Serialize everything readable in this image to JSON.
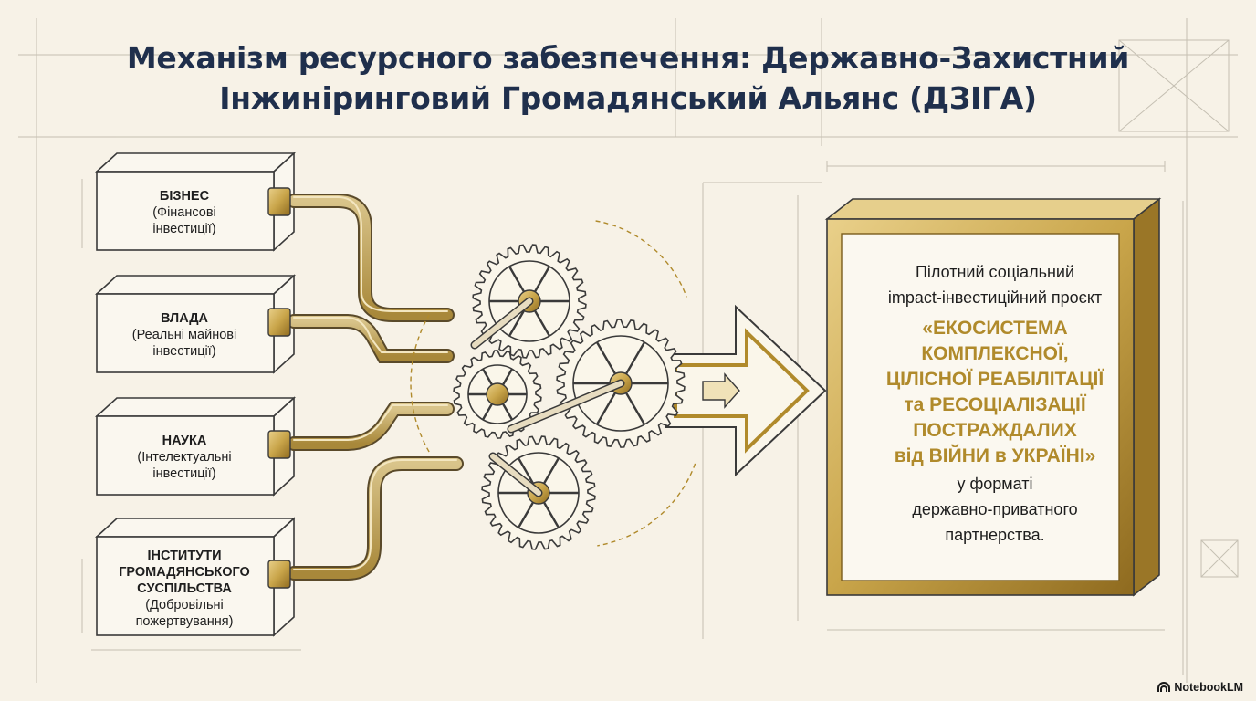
{
  "title_line1": "Механізм ресурсного забезпечення: Державно-Захистний",
  "title_line2": "Інжиніринговий Громадянський Альянс (ДЗІГА)",
  "sources": [
    {
      "name": "БІЗНЕС",
      "sub1": "(Фінансові",
      "sub2": "інвестиції)"
    },
    {
      "name": "ВЛАДА",
      "sub1": "(Реальні майнові",
      "sub2": "інвестиції)"
    },
    {
      "name": "НАУКА",
      "sub1": "(Інтелектуальні",
      "sub2": "інвестиції)"
    },
    {
      "name1": "ІНСТИТУТИ",
      "name2": "ГРОМАДЯНСЬКОГО",
      "name3": "СУСПІЛЬСТВА",
      "sub1": "(Добровільні",
      "sub2": "пожертвування)"
    }
  ],
  "result": {
    "intro1": "Пілотний соціальний",
    "intro2": "impact-інвестиційний проєкт",
    "project_lines": [
      "«ЕКОСИСТЕМА",
      "КОМПЛЕКСНОЇ,",
      "ЦІЛІСНОЇ РЕАБІЛІТАЦІЇ",
      "та РЕСОЦІАЛІЗАЦІЇ",
      "ПОСТРАЖДАЛИХ",
      "від ВІЙНИ в УКРАЇНІ»"
    ],
    "outro1": "у форматі",
    "outro2": "державно-приватного",
    "outro3": "партнерства."
  },
  "brand": "NotebookLM",
  "colors": {
    "background": "#f7f2e7",
    "title": "#1f2f4c",
    "gold": "#b08a2b",
    "line": "#3a3a3a"
  }
}
